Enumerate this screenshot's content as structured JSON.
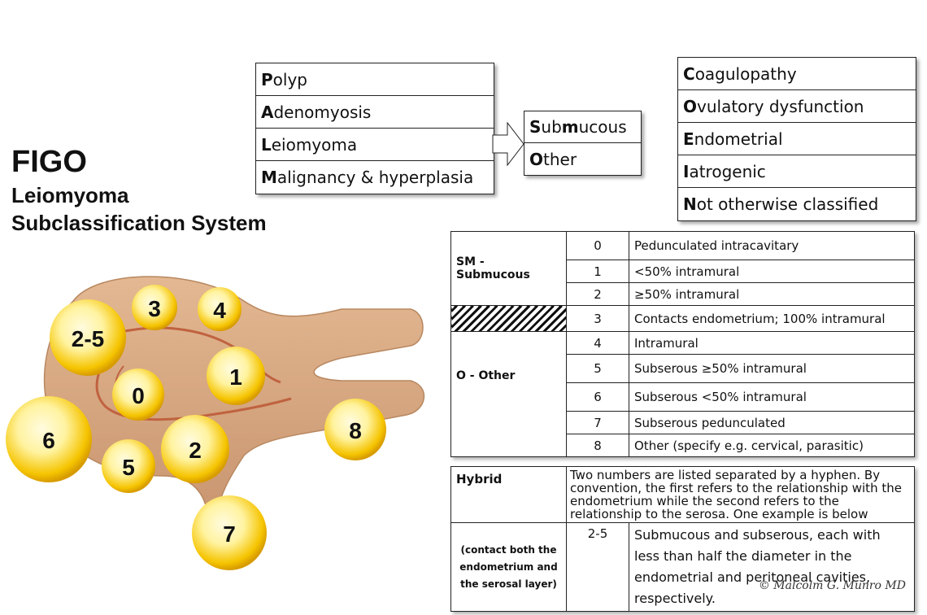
{
  "title": {
    "line1": "FIGO",
    "line2": "Leiomyoma",
    "line3": "Subclassification System"
  },
  "palm": [
    {
      "initial": "P",
      "rest": "olyp"
    },
    {
      "initial": "A",
      "rest": "denomyosis"
    },
    {
      "initial": "L",
      "rest": "eiomyoma"
    },
    {
      "initial": "M",
      "rest": "alignancy & hyperplasia"
    }
  ],
  "sub_box": [
    {
      "a": "S",
      "b": "ub",
      "c": "m",
      "d": "ucous"
    },
    {
      "a": "O",
      "b": "ther",
      "c": "",
      "d": ""
    }
  ],
  "coein": [
    {
      "initial": "C",
      "rest": "oagulopathy"
    },
    {
      "initial": "O",
      "rest": "vulatory dysfunction"
    },
    {
      "initial": "E",
      "rest": "ndometrial"
    },
    {
      "initial": "I",
      "rest": "atrogenic"
    },
    {
      "initial": "N",
      "rest": "ot otherwise classified"
    }
  ],
  "classification": {
    "groups": {
      "sm": "SM - Submucous",
      "o": "O - Other"
    },
    "rows": [
      {
        "num": "0",
        "desc": "Pedunculated intracavitary"
      },
      {
        "num": "1",
        "desc": "<50% intramural"
      },
      {
        "num": "2",
        "desc": "≥50% intramural"
      },
      {
        "num": "3",
        "desc": "Contacts endometrium; 100% intramural"
      },
      {
        "num": "4",
        "desc": "Intramural"
      },
      {
        "num": "5",
        "desc": "Subserous ≥50% intramural"
      },
      {
        "num": "6",
        "desc": "Subserous <50% intramural"
      },
      {
        "num": "7",
        "desc": "Subserous pedunculated"
      },
      {
        "num": "8",
        "desc": "Other (specify e.g. cervical, parasitic)"
      }
    ]
  },
  "hybrid": {
    "label": "Hybrid",
    "sublabel": "(contact both the endometrium and the serosal layer)",
    "note": "Two numbers are listed separated by a hyphen. By convention, the first refers to the relationship with the endometrium while the second refers to the relationship to the serosa. One example is below",
    "example_num": "2-5",
    "example_desc": "Submucous and subserous, each with less than half the diameter in the endometrial and peritoneal cavities, respectively."
  },
  "nodes": [
    "2-5",
    "3",
    "4",
    "1",
    "0",
    "6",
    "5",
    "2",
    "8",
    "7"
  ],
  "copyright": "© Malcolm G. Munro MD",
  "colors": {
    "uterus": "#d9a982",
    "cavity_line": "#c0623f",
    "fibroid_center": "#fff8c8",
    "fibroid_edge": "#f0b800"
  }
}
